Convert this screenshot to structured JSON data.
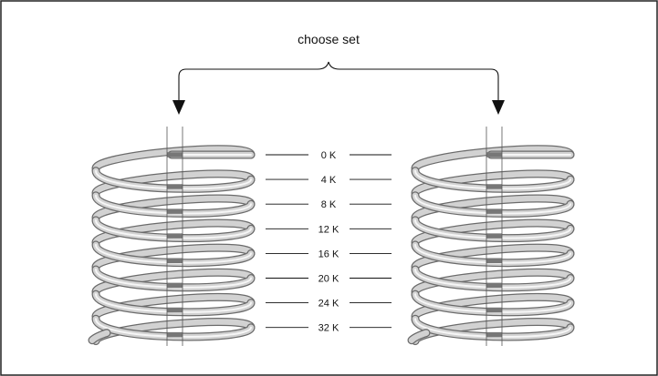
{
  "title": "choose set",
  "slots": [
    {
      "label": "0 K"
    },
    {
      "label": "4 K"
    },
    {
      "label": "8 K"
    },
    {
      "label": "12 K"
    },
    {
      "label": "16 K"
    },
    {
      "label": "20 K"
    },
    {
      "label": "24 K"
    },
    {
      "label": "32 K"
    }
  ],
  "colors": {
    "frame": "#222222",
    "wire_light": "#d2d2d2",
    "wire_shadow": "#6b6b6b",
    "selected_segment": "#777777",
    "text": "#111111"
  }
}
